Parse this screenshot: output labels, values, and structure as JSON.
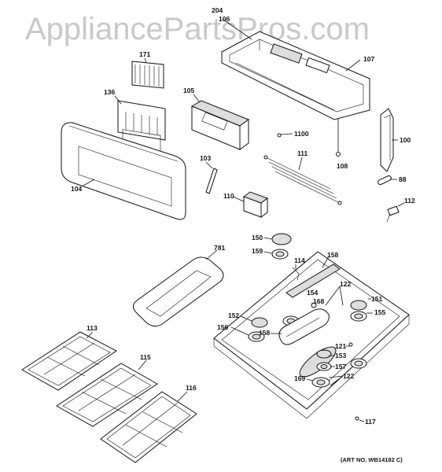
{
  "watermark": "AppliancePartsPros.com",
  "art_number": "(ART NO. WB14182 C)",
  "callouts": {
    "c204": "204",
    "c106": "106",
    "c107": "107",
    "c171": "171",
    "c136": "136",
    "c105": "105",
    "c104": "104",
    "c1100": "1100",
    "c100": "100",
    "c111": "111",
    "c108": "108",
    "c88": "88",
    "c103": "103",
    "c110": "110",
    "c112": "112",
    "c781": "781",
    "c150": "150",
    "c159": "159",
    "c114": "114",
    "c158a": "158",
    "c122a": "122",
    "c154": "154",
    "c168": "168",
    "c151": "151",
    "c155": "155",
    "c152": "152",
    "c156": "156",
    "c158b": "158",
    "c121": "121",
    "c153": "153",
    "c157": "157",
    "c169": "169",
    "c122b": "122",
    "c113": "113",
    "c115": "115",
    "c116": "116",
    "c117": "117"
  },
  "colors": {
    "line": "#111111",
    "watermark": "#c9c9c9",
    "fill": "#dddddd"
  }
}
